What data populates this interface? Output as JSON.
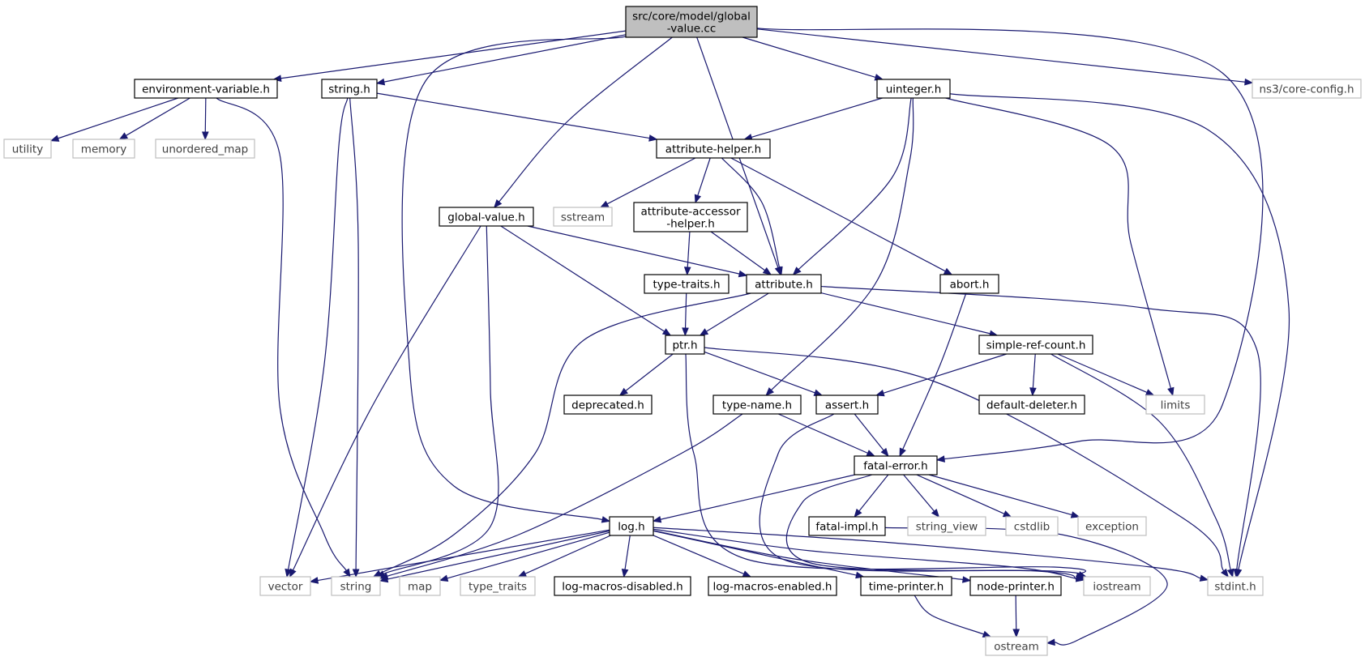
{
  "colors": {
    "edge": "#191970",
    "root_fill": "#bfbfbf",
    "node_fill": "#ffffff",
    "project_stroke": "#000000",
    "external_stroke": "#bfbfbf",
    "project_text": "#000000",
    "external_text": "#404040"
  },
  "graph": {
    "nodes": [
      {
        "id": "root",
        "lines": [
          "src/core/model/global",
          "-value.cc"
        ],
        "kind": "root"
      },
      {
        "id": "env",
        "lines": [
          "environment-variable.h"
        ],
        "kind": "project"
      },
      {
        "id": "string_h",
        "lines": [
          "string.h"
        ],
        "kind": "project"
      },
      {
        "id": "uinteger",
        "lines": [
          "uinteger.h"
        ],
        "kind": "project"
      },
      {
        "id": "coreconfig",
        "lines": [
          "ns3/core-config.h"
        ],
        "kind": "external"
      },
      {
        "id": "utility",
        "lines": [
          "utility"
        ],
        "kind": "external"
      },
      {
        "id": "memory",
        "lines": [
          "memory"
        ],
        "kind": "external"
      },
      {
        "id": "unordered_map",
        "lines": [
          "unordered_map"
        ],
        "kind": "external"
      },
      {
        "id": "attrhelper",
        "lines": [
          "attribute-helper.h"
        ],
        "kind": "project"
      },
      {
        "id": "globalvalue",
        "lines": [
          "global-value.h"
        ],
        "kind": "project"
      },
      {
        "id": "sstream",
        "lines": [
          "sstream"
        ],
        "kind": "external"
      },
      {
        "id": "accessor",
        "lines": [
          "attribute-accessor",
          "-helper.h"
        ],
        "kind": "project"
      },
      {
        "id": "typetraits_h",
        "lines": [
          "type-traits.h"
        ],
        "kind": "project"
      },
      {
        "id": "attribute",
        "lines": [
          "attribute.h"
        ],
        "kind": "project"
      },
      {
        "id": "abort",
        "lines": [
          "abort.h"
        ],
        "kind": "project"
      },
      {
        "id": "ptr",
        "lines": [
          "ptr.h"
        ],
        "kind": "project"
      },
      {
        "id": "simpleref",
        "lines": [
          "simple-ref-count.h"
        ],
        "kind": "project"
      },
      {
        "id": "deprecated",
        "lines": [
          "deprecated.h"
        ],
        "kind": "project"
      },
      {
        "id": "typename",
        "lines": [
          "type-name.h"
        ],
        "kind": "project"
      },
      {
        "id": "assert",
        "lines": [
          "assert.h"
        ],
        "kind": "project"
      },
      {
        "id": "defdeleter",
        "lines": [
          "default-deleter.h"
        ],
        "kind": "project"
      },
      {
        "id": "limits",
        "lines": [
          "limits"
        ],
        "kind": "external"
      },
      {
        "id": "fatalerror",
        "lines": [
          "fatal-error.h"
        ],
        "kind": "project"
      },
      {
        "id": "log",
        "lines": [
          "log.h"
        ],
        "kind": "project"
      },
      {
        "id": "fatalimpl",
        "lines": [
          "fatal-impl.h"
        ],
        "kind": "project"
      },
      {
        "id": "string_view",
        "lines": [
          "string_view"
        ],
        "kind": "external"
      },
      {
        "id": "cstdlib",
        "lines": [
          "cstdlib"
        ],
        "kind": "external"
      },
      {
        "id": "exception",
        "lines": [
          "exception"
        ],
        "kind": "external"
      },
      {
        "id": "vector",
        "lines": [
          "vector"
        ],
        "kind": "external"
      },
      {
        "id": "string",
        "lines": [
          "string"
        ],
        "kind": "external"
      },
      {
        "id": "map",
        "lines": [
          "map"
        ],
        "kind": "external"
      },
      {
        "id": "type_traits",
        "lines": [
          "type_traits"
        ],
        "kind": "external"
      },
      {
        "id": "logdisabled",
        "lines": [
          "log-macros-disabled.h"
        ],
        "kind": "project"
      },
      {
        "id": "logenabled",
        "lines": [
          "log-macros-enabled.h"
        ],
        "kind": "project"
      },
      {
        "id": "timeprinter",
        "lines": [
          "time-printer.h"
        ],
        "kind": "project"
      },
      {
        "id": "nodeprinter",
        "lines": [
          "node-printer.h"
        ],
        "kind": "project"
      },
      {
        "id": "iostream",
        "lines": [
          "iostream"
        ],
        "kind": "external"
      },
      {
        "id": "stdint",
        "lines": [
          "stdint.h"
        ],
        "kind": "external"
      },
      {
        "id": "ostream",
        "lines": [
          "ostream"
        ],
        "kind": "external"
      }
    ],
    "edges": [
      [
        "root",
        "env"
      ],
      [
        "root",
        "string_h"
      ],
      [
        "root",
        "uinteger"
      ],
      [
        "root",
        "coreconfig"
      ],
      [
        "root",
        "globalvalue"
      ],
      [
        "root",
        "attribute"
      ],
      [
        "root",
        "log"
      ],
      [
        "root",
        "fatalerror"
      ],
      [
        "env",
        "utility"
      ],
      [
        "env",
        "memory"
      ],
      [
        "env",
        "unordered_map"
      ],
      [
        "env",
        "string"
      ],
      [
        "string_h",
        "attrhelper"
      ],
      [
        "string_h",
        "vector"
      ],
      [
        "string_h",
        "string"
      ],
      [
        "uinteger",
        "attrhelper"
      ],
      [
        "uinteger",
        "attribute"
      ],
      [
        "uinteger",
        "typename"
      ],
      [
        "uinteger",
        "limits"
      ],
      [
        "uinteger",
        "stdint"
      ],
      [
        "attrhelper",
        "sstream"
      ],
      [
        "attrhelper",
        "accessor"
      ],
      [
        "attrhelper",
        "attribute"
      ],
      [
        "attrhelper",
        "abort"
      ],
      [
        "globalvalue",
        "attribute"
      ],
      [
        "globalvalue",
        "ptr"
      ],
      [
        "globalvalue",
        "vector"
      ],
      [
        "globalvalue",
        "string"
      ],
      [
        "accessor",
        "typetraits_h"
      ],
      [
        "accessor",
        "attribute"
      ],
      [
        "typetraits_h",
        "ptr"
      ],
      [
        "attribute",
        "ptr"
      ],
      [
        "attribute",
        "simpleref"
      ],
      [
        "attribute",
        "string"
      ],
      [
        "attribute",
        "stdint"
      ],
      [
        "abort",
        "fatalerror"
      ],
      [
        "ptr",
        "deprecated"
      ],
      [
        "ptr",
        "assert"
      ],
      [
        "ptr",
        "iostream"
      ],
      [
        "ptr",
        "stdint"
      ],
      [
        "simpleref",
        "assert"
      ],
      [
        "simpleref",
        "defdeleter"
      ],
      [
        "simpleref",
        "limits"
      ],
      [
        "simpleref",
        "stdint"
      ],
      [
        "typename",
        "fatalerror"
      ],
      [
        "typename",
        "string"
      ],
      [
        "assert",
        "fatalerror"
      ],
      [
        "assert",
        "iostream"
      ],
      [
        "fatalerror",
        "log"
      ],
      [
        "fatalerror",
        "fatalimpl"
      ],
      [
        "fatalerror",
        "string_view"
      ],
      [
        "fatalerror",
        "cstdlib"
      ],
      [
        "fatalerror",
        "exception"
      ],
      [
        "fatalerror",
        "iostream"
      ],
      [
        "log",
        "vector"
      ],
      [
        "log",
        "string"
      ],
      [
        "log",
        "map"
      ],
      [
        "log",
        "type_traits"
      ],
      [
        "log",
        "logdisabled"
      ],
      [
        "log",
        "logenabled"
      ],
      [
        "log",
        "timeprinter"
      ],
      [
        "log",
        "nodeprinter"
      ],
      [
        "log",
        "iostream"
      ],
      [
        "log",
        "stdint"
      ],
      [
        "fatalimpl",
        "ostream"
      ],
      [
        "timeprinter",
        "ostream"
      ],
      [
        "nodeprinter",
        "ostream"
      ]
    ]
  }
}
